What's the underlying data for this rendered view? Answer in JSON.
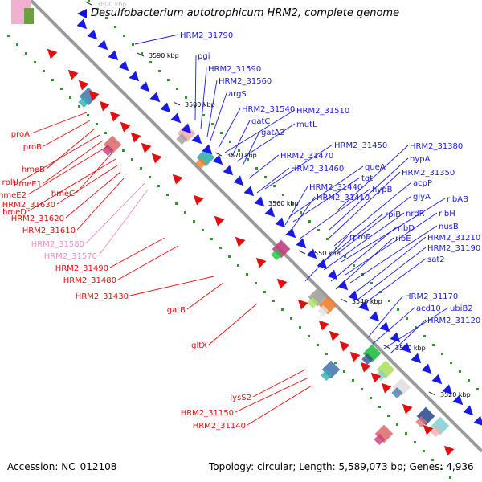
{
  "header": {
    "title": "Desulfobacterium autotrophicum HRM2, complete genome"
  },
  "footer": {
    "accession": "Accession: NC_012108",
    "summary": "Topology: circular; Length: 5,589,073 bp; Genes: 4,936"
  },
  "colors": {
    "forward": "#1a1ae6",
    "reverse": "#e60d0d",
    "backbone": "#9a9a9a",
    "gc_tick": "#2e9a2e",
    "rna": "#f08cc8"
  },
  "ruler": [
    {
      "label": "3600 kbp"
    },
    {
      "label": "3590 kbp"
    },
    {
      "label": "3580 kbp"
    },
    {
      "label": "3570 kbp"
    },
    {
      "label": "3560 kbp"
    },
    {
      "label": "3550 kbp"
    },
    {
      "label": "3540 kbp"
    },
    {
      "label": "3530 kbp"
    },
    {
      "label": "3520 kbp"
    }
  ],
  "forward_genes": [
    "HRM2_31790",
    "pgi",
    "HRM2_31590",
    "HRM2_31560",
    "argS",
    "HRM2_31540",
    "HRM2_31510",
    "gatC",
    "mutL",
    "gatA2",
    "HRM2_31470",
    "HRM2_31450",
    "HRM2_31380",
    "HRM2_31460",
    "queA",
    "hypA",
    "tgt",
    "HRM2_31350",
    "HRM2_31440",
    "hypB",
    "HRM2_31410",
    "acpP",
    "glyA",
    "ribAB",
    "rpiB",
    "nrdR",
    "ribH",
    "rpmF",
    "ribD",
    "nusB",
    "ribE",
    "HRM2_31210",
    "HRM2_31190",
    "sat2",
    "HRM2_31170",
    "acd10",
    "ubiB2",
    "HRM2_31120"
  ],
  "reverse_genes": [
    "proA",
    "proB",
    "hmeB",
    "rplU",
    "hmeE1",
    "hmeE2",
    "hmeC",
    "hmeD",
    "HRM2_31630",
    "HRM2_31620",
    "HRM2_31610",
    "HRM2_31580",
    "HRM2_31570",
    "HRM2_31490",
    "HRM2_31480",
    "HRM2_31430",
    "gatB",
    "gltX",
    "lysS2",
    "HRM2_31150",
    "HRM2_31140"
  ]
}
